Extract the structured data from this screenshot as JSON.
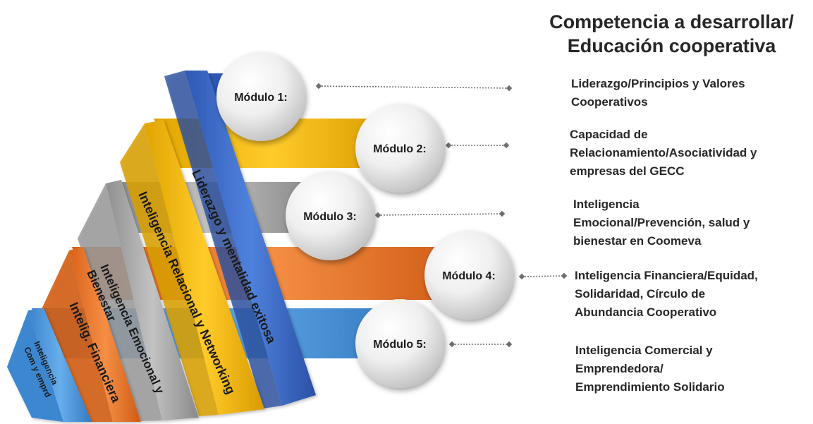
{
  "title": {
    "line1": "Competencia a desarrollar/",
    "line2": "Educación cooperativa"
  },
  "colors": {
    "blue": "#3F6FCC",
    "yellow": "#F2BA0C",
    "gray": "#A9A9A9",
    "orange": "#EC7A2E",
    "light_blue": "#4E97DA",
    "connector": "#6E6E6E",
    "text": "#262626"
  },
  "modules": [
    {
      "label": "Módulo 1:",
      "band": "Liderazgo y mentalidad exitosa",
      "color_key": "blue",
      "competency": [
        "Liderazgo/Principios y Valores",
        "Cooperativos"
      ]
    },
    {
      "label": "Módulo 2:",
      "band": "Inteligencia Relacional y Networking",
      "color_key": "yellow",
      "competency": [
        "Capacidad de",
        "Relacionamiento/Asociatividad y",
        "empresas del GECC"
      ]
    },
    {
      "label": "Módulo 3:",
      "band": "Inteligencia Emocional y Bienestar",
      "color_key": "gray",
      "competency": [
        "Inteligencia",
        "Emocional/Prevención, salud y",
        "bienestar en Coomeva"
      ]
    },
    {
      "label": "Módulo 4:",
      "band": "Intelig. Financiera",
      "color_key": "orange",
      "competency": [
        "Inteligencia Financiera/Equidad,",
        "Solidaridad, Círculo de",
        "Abundancia Cooperativo"
      ]
    },
    {
      "label": "Módulo 5:",
      "band": "Inteligencia Com y emprd",
      "color_key": "light_blue",
      "competency": [
        "Inteligencia Comercial y",
        "Emprendedora/",
        "Emprendimiento Solidario"
      ]
    }
  ]
}
